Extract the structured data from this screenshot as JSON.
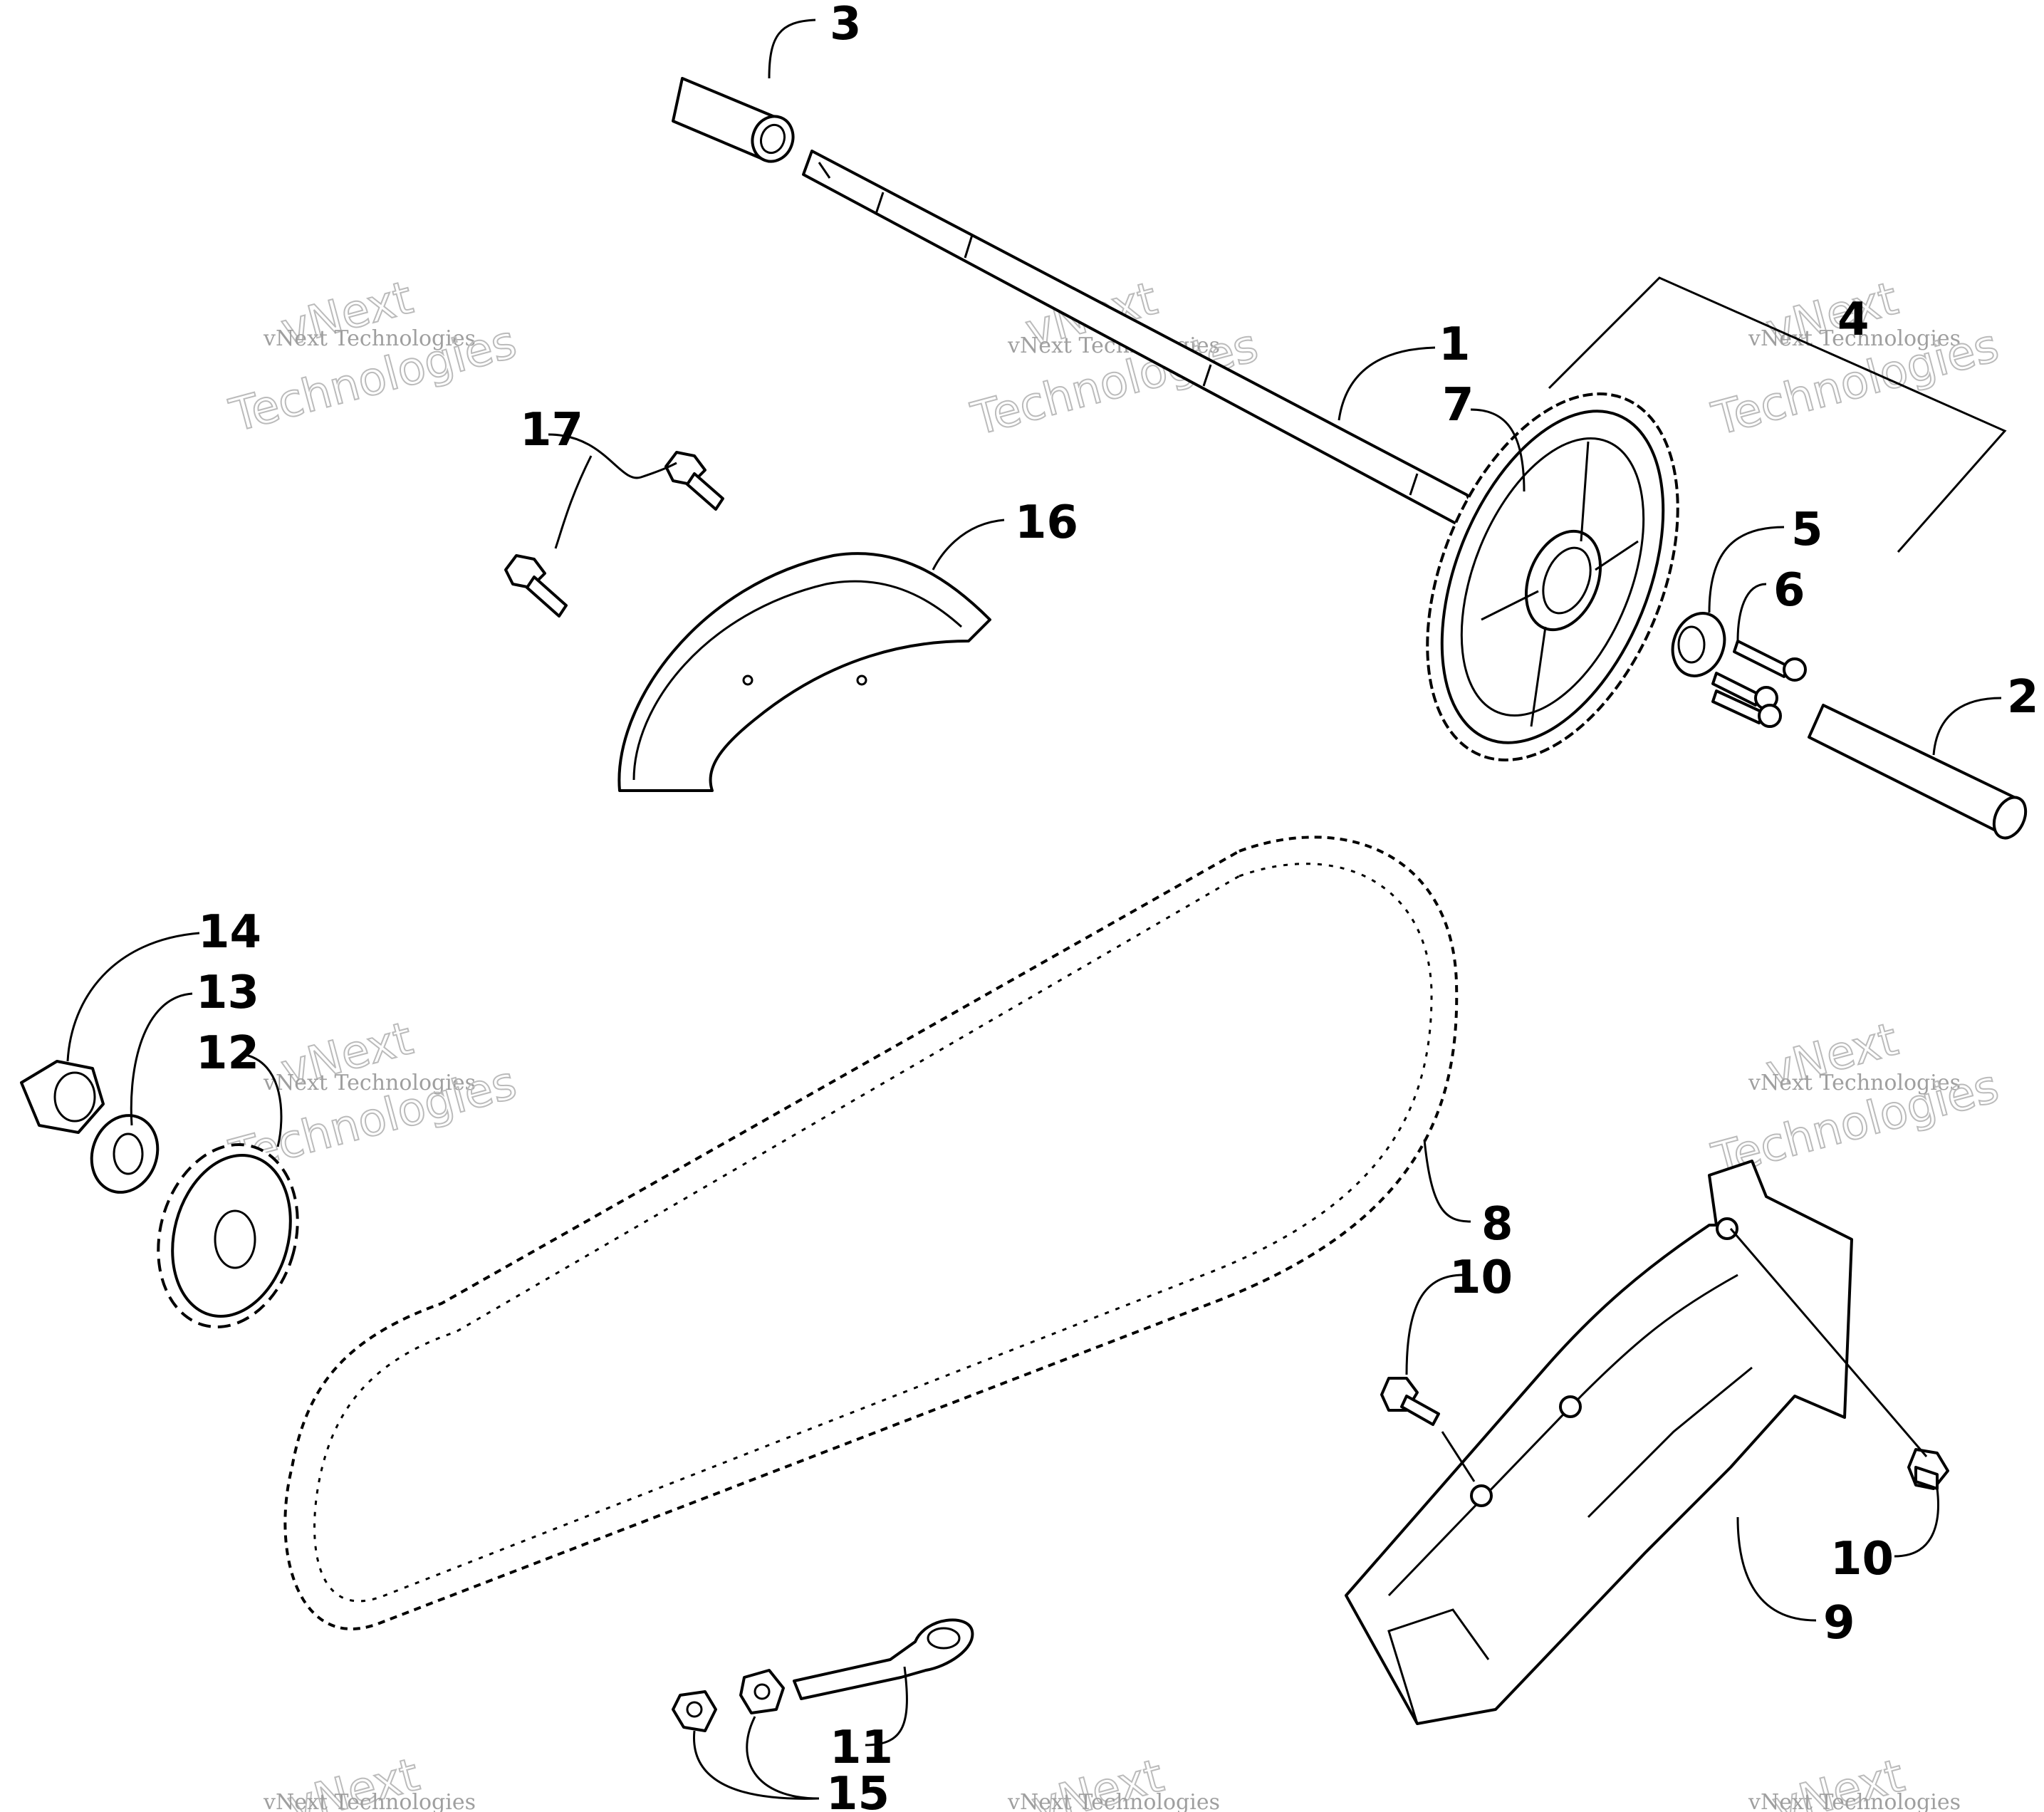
{
  "callouts": [
    "1",
    "2",
    "3",
    "4",
    "5",
    "6",
    "7",
    "8",
    "9",
    "10",
    "10",
    "11",
    "12",
    "13",
    "14",
    "15",
    "16",
    "17"
  ],
  "watermark": {
    "line1": "vNext Technologies",
    "line2": "vNext",
    "line3": "Technologies"
  },
  "colors": {
    "ink": "#000000",
    "watermark": "#999999",
    "background": "#ffffff"
  }
}
